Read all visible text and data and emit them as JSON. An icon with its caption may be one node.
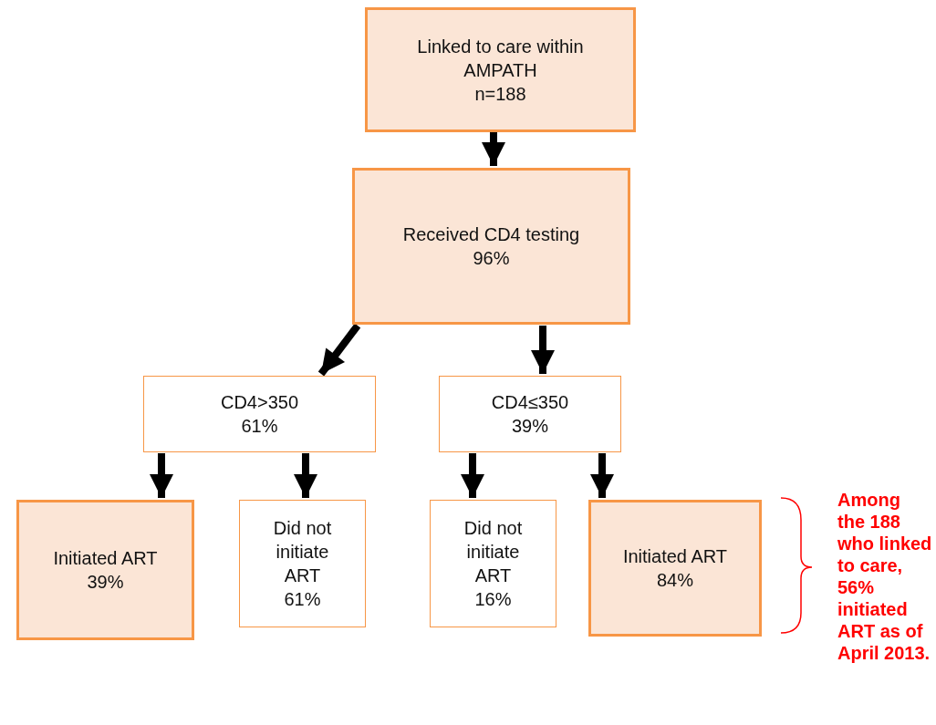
{
  "diagram": {
    "nodes": [
      {
        "text": [
          "Linked to care within AMPATH",
          "n=188"
        ]
      },
      {
        "text": [
          "Received CD4 testing",
          "96%"
        ]
      },
      {
        "text": [
          "CD4>350",
          "61%"
        ]
      },
      {
        "text": [
          "CD4≤350",
          "39%"
        ]
      },
      {
        "text": [
          "Initiated ART",
          "39%"
        ]
      },
      {
        "text": [
          "Did not initiate ART",
          "61%"
        ]
      },
      {
        "text": [
          "Did not initiate ART",
          "16%"
        ]
      },
      {
        "text": [
          "Initiated ART",
          "84%"
        ]
      }
    ],
    "edges": [
      {
        "from": 0,
        "to": 1,
        "arrow": "to"
      },
      {
        "from": 1,
        "to": 2,
        "arrow": "to"
      },
      {
        "from": 1,
        "to": 3,
        "arrow": "to"
      },
      {
        "from": 2,
        "to": 4,
        "arrow": "to"
      },
      {
        "from": 2,
        "to": 5,
        "arrow": "to"
      },
      {
        "from": 3,
        "to": 6,
        "arrow": "to"
      },
      {
        "from": 3,
        "to": 7,
        "arrow": "to"
      }
    ],
    "labels": [
      "Among the 188 who linked to care, 56% initiated ART as of April 2013."
    ]
  }
}
